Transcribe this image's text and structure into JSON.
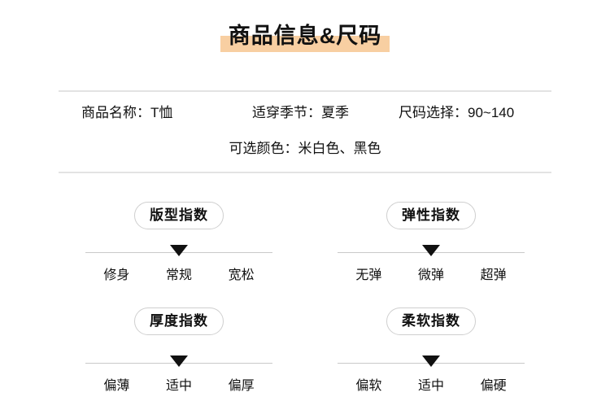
{
  "title": "商品信息&尺码",
  "colors": {
    "highlight": "#f8cfa2",
    "divider": "#e3e3e3",
    "scale_line": "#c9c9c9",
    "pill_border": "#cfcfcf",
    "marker": "#111111",
    "text": "#111111"
  },
  "info": {
    "items": [
      {
        "label": "商品名称：",
        "value": "T恤"
      },
      {
        "label": "适穿季节：",
        "value": "夏季"
      },
      {
        "label": "尺码选择：",
        "value": "90~140"
      },
      {
        "label": "可选颜色：",
        "value": "米白色、黑色"
      }
    ]
  },
  "indices": [
    {
      "name": "版型指数",
      "options": [
        "修身",
        "常规",
        "宽松"
      ],
      "selected_index": 1,
      "selected": "常规"
    },
    {
      "name": "弹性指数",
      "options": [
        "无弹",
        "微弹",
        "超弹"
      ],
      "selected_index": 1,
      "selected": "微弹"
    },
    {
      "name": "厚度指数",
      "options": [
        "偏薄",
        "适中",
        "偏厚"
      ],
      "selected_index": 1,
      "selected": "适中"
    },
    {
      "name": "柔软指数",
      "options": [
        "偏软",
        "适中",
        "偏硬"
      ],
      "selected_index": 1,
      "selected": "适中"
    }
  ]
}
